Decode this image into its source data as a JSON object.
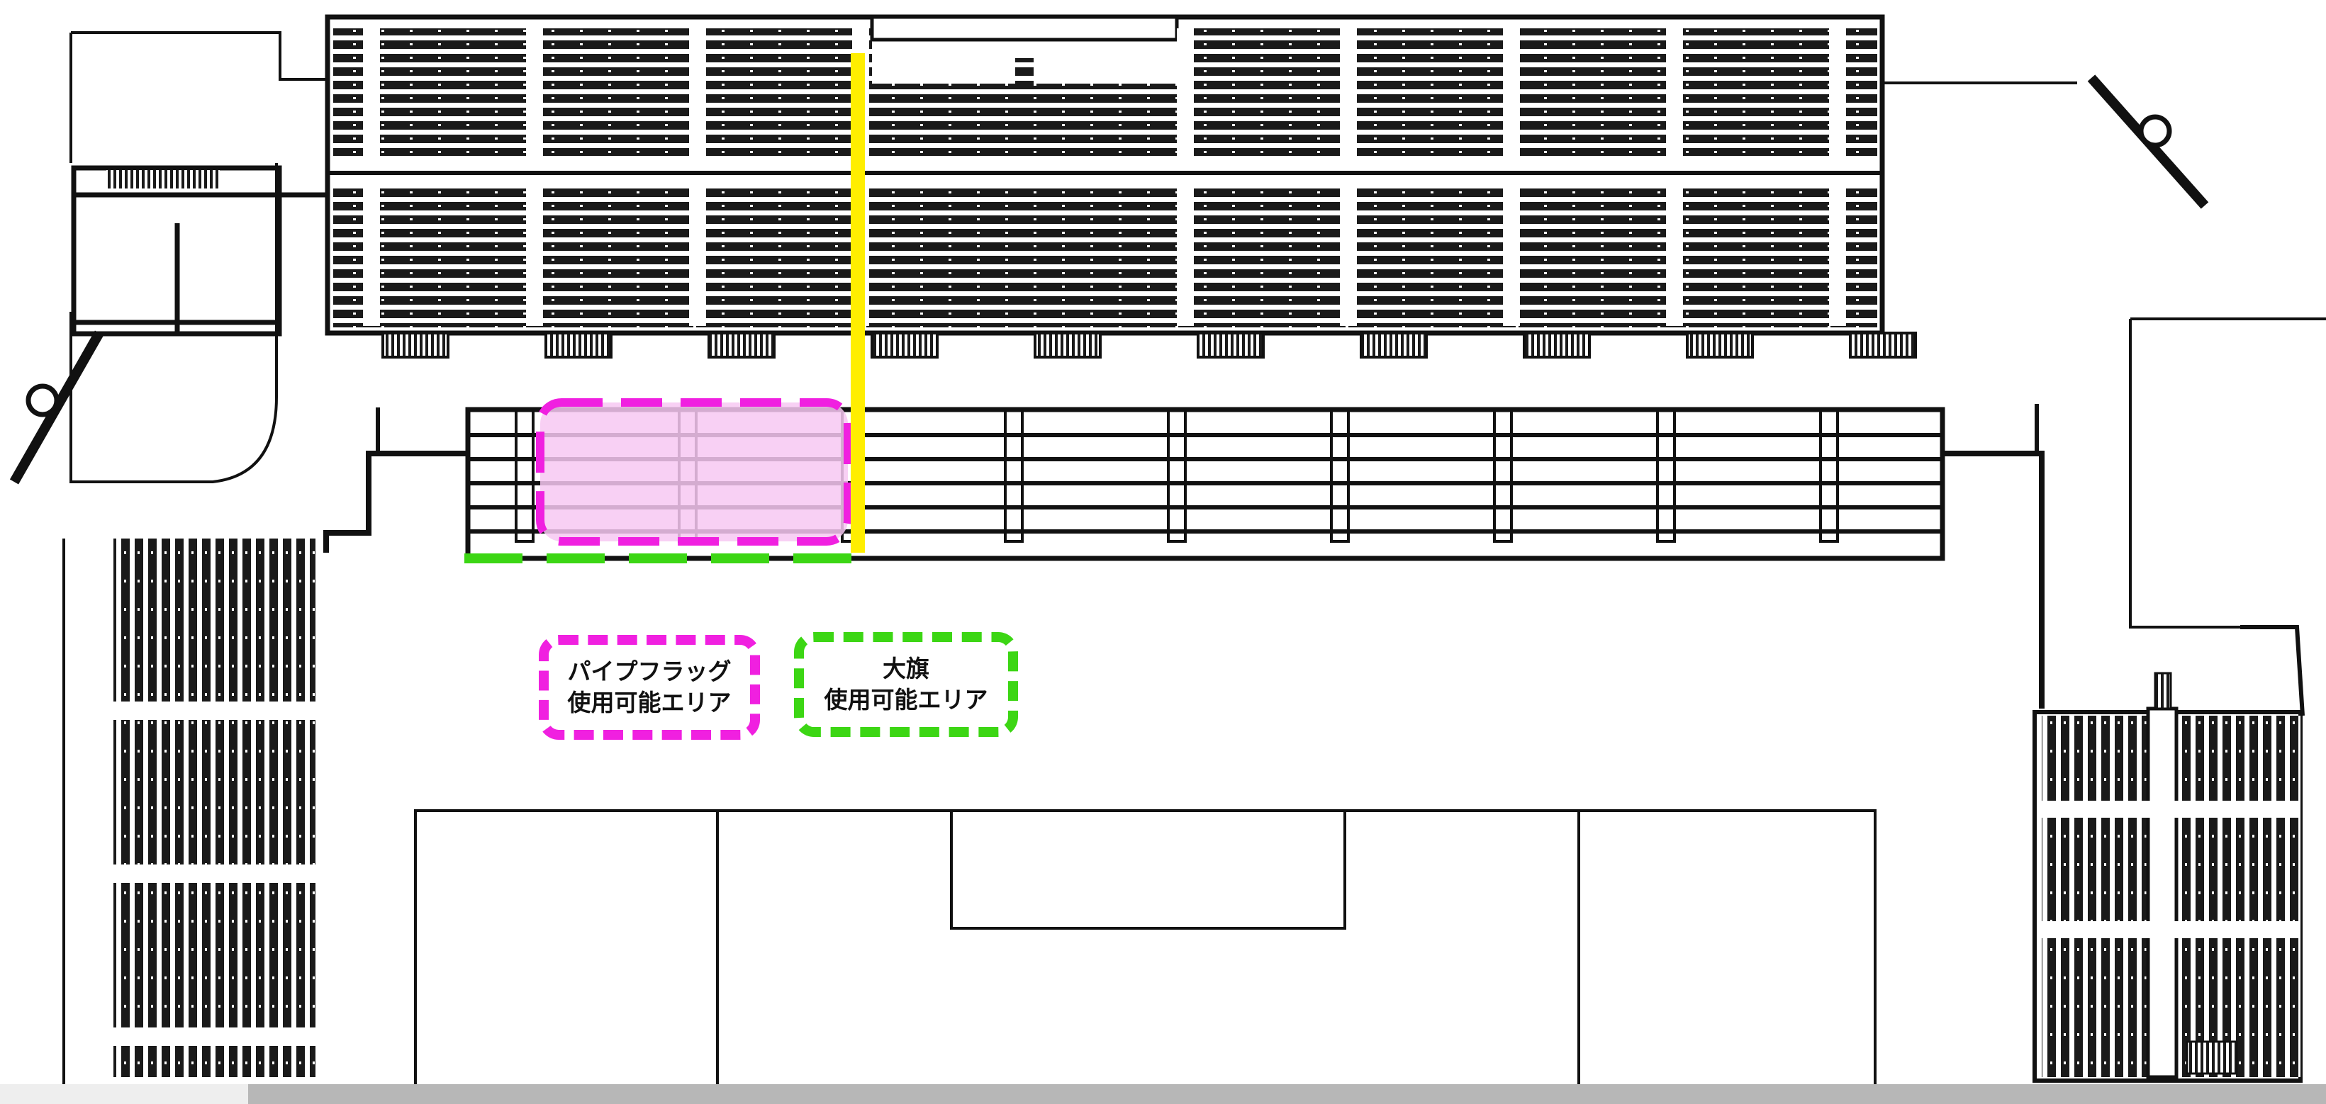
{
  "legend": {
    "pipe_flag": {
      "line1": "パイプフラッグ",
      "line2": "使用可能エリア",
      "color": "#f020e0"
    },
    "big_flag": {
      "line1": "大旗",
      "line2": "使用可能エリア",
      "color": "#3cd614"
    }
  },
  "divider": {
    "color": "#ffee00"
  }
}
